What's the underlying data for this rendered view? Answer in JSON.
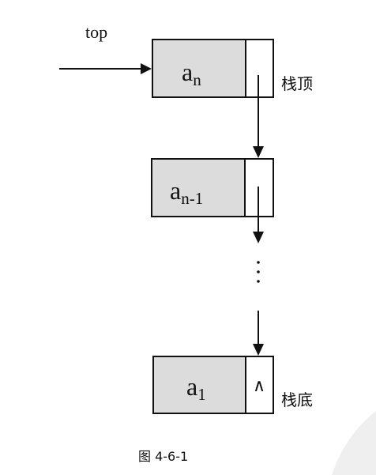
{
  "diagram": {
    "pointer_label": "top",
    "top_label": "栈顶",
    "bottom_label": "栈底",
    "ellipsis": "⋮",
    "null_symbol": "∧",
    "caption": "图 4-6-1",
    "nodes": [
      {
        "main": "a",
        "sub": "n"
      },
      {
        "main": "a",
        "sub": "n-1"
      },
      {
        "main": "a",
        "sub": "1"
      }
    ]
  }
}
